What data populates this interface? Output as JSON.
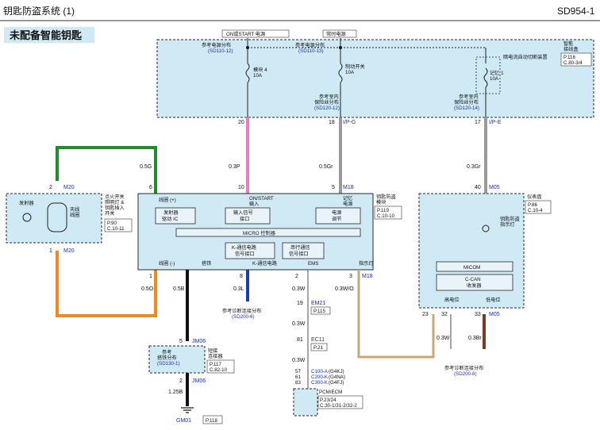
{
  "header": {
    "title": "钥匙防盗系统 (1)",
    "code": "SD954-1"
  },
  "section_title": "未配备智能钥匙",
  "power": {
    "on_start_label": "ON或START 电源",
    "always_label": "常时电源",
    "ref1": "参考电源分布",
    "ref1_code": "(SD110-12)",
    "ref2": "参考电源分布",
    "ref2_code": "(SD110-13)",
    "fuse1": "模块 4",
    "fuse1_amp": "10A",
    "fuse2": "制动开关",
    "fuse2_amp": "10A",
    "fuse3": "记忆 1",
    "fuse3_amp": "10A",
    "auto_cut": "暗电流自动切断装置",
    "fuse_ref1": "参考室内",
    "fuse_ref1b": "保险丝分布",
    "fuse_ref1_code": "(SD120-12)",
    "fuse_ref2": "参考室内",
    "fuse_ref2b": "保险丝分布",
    "fuse_ref2_code": "(SD120-14)",
    "junction": "智能",
    "junction2": "接线盒",
    "junction_page": "P.116",
    "junction_c": "C.80-3/4",
    "pin_20": "20",
    "pin_18": "18",
    "pin_17": "17",
    "ipg": "I/P-G",
    "ipe": "I/P-E"
  },
  "immobilizer": {
    "title": "钥匙防盗",
    "title2": "模块",
    "page": "P.119",
    "c": "C.10-10",
    "coil_plus": "线圈 (+)",
    "coil_minus": "线圈 (-)",
    "on_start": "ON/START",
    "input": "输入",
    "memory": "记忆",
    "power": "电源",
    "transmitter_ic": "发射器",
    "ic2": "驱动 IC",
    "input_if": "输入信号",
    "input_if2": "接口",
    "power_reg": "电源",
    "power_reg2": "调节",
    "micro": "MICRO 控制器",
    "kline_if": "K-通信电路",
    "kline_if2": "信号接口",
    "serial_if": "串行通信",
    "serial_if2": "信号接口",
    "ground": "搭铁",
    "kline": "K-通信电路",
    "ems": "EMS",
    "indicator": "指示灯",
    "pin6": "6",
    "pin10": "10",
    "pin5": "5",
    "pin1": "1",
    "pin8": "8",
    "pin2": "2",
    "pin3": "3",
    "m18_top": "M18",
    "m18_bot": "M18"
  },
  "coil": {
    "transmitter": "发射器",
    "antenna": "天线",
    "antenna2": "线圈",
    "ign_switch": "点火开关",
    "ign2": "照明灯 &",
    "ign3": "钥匙插入",
    "ign4": "开关",
    "page": "P.90",
    "c": "C.10-11",
    "pin2": "2",
    "pin1": "1",
    "m20a": "M20",
    "m20b": "M20"
  },
  "wires": {
    "w05g": "0.5G",
    "w3p": "0.3P",
    "w5gr": "0.5Gr",
    "w3gr": "0.3Gr",
    "w05o": "0.5O",
    "w5b": "0.5B",
    "w3l": "0.3L",
    "w3w_a": "0.3W",
    "w3w_b": "0.3W",
    "w3w_c": "0.3W",
    "w3wo": "0.3W/O",
    "w3w_d": "0.3W",
    "w3br": "0.3Br",
    "w125b": "1.25B",
    "pin40": "40",
    "m05": "M05"
  },
  "cluster": {
    "title": "仪表盘",
    "page": "P.86",
    "c": "C.10-4",
    "indicator": "钥匙防盗",
    "indicator2": "指示灯",
    "micom": "MICOM",
    "ccan": "C-CAN",
    "ccan2": "收发器",
    "high": "高电位",
    "low": "低电位",
    "pin23": "23",
    "pin32": "32",
    "pin33": "33",
    "m05": "M05"
  },
  "lower": {
    "ref_diag": "参考诊断连接分布",
    "ref_diag_code": "(SD200-6)",
    "em21": "EM21",
    "p115": "P.115",
    "pin19": "19",
    "ec11": "EC11",
    "p21": "P.21",
    "pin81": "81",
    "pin57": "57",
    "pin61": "61",
    "pin83": "83",
    "c100": "C100-A",
    "c100v": "(G4KJ)",
    "c200": "C200-K",
    "c200v": "(G4NA)",
    "c300": "C300-K",
    "c300v": "(G4FJ)",
    "pcm": "PCM/ECM",
    "pcm_p": "P.23/24",
    "pcm_c": "C.30-1/31-2/32-2",
    "ref_diag2": "参考诊断连接分布",
    "ref_diag2_code": "(SD200-8)",
    "jm06a": "JM06",
    "jm06b": "JM06",
    "pin5": "5",
    "pin2": "2",
    "ground_ref": "参考",
    "ground_ref2": "搭铁分布",
    "ground_ref_code": "(SD130-1)",
    "short": "短接",
    "short2": "连接器",
    "short_p": "P.117",
    "short_c": "C.82-10",
    "gm01": "GM01",
    "p118": "P.118"
  },
  "colors": {
    "pink": "#e87ec0",
    "green": "#1f8a2e",
    "orange": "#f08a1c",
    "gray": "#9a9a9a",
    "blue": "#1740a8",
    "brown": "#7a3a22",
    "black": "#111111",
    "tan": "#c8a878"
  }
}
